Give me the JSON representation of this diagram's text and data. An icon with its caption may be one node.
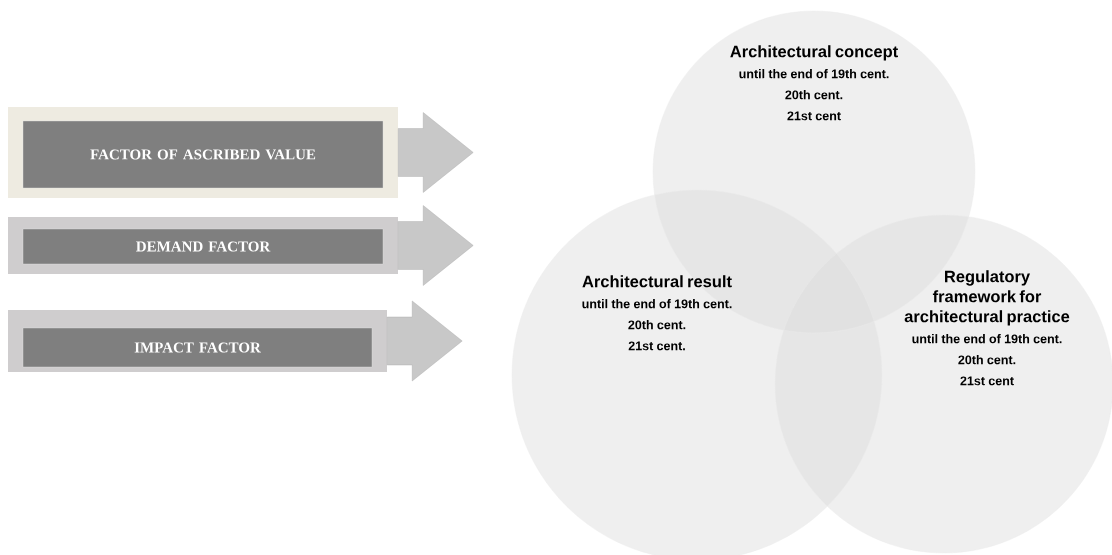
{
  "diagram": {
    "nodes": [
      {
        "text": [
          "FACTOR OF ASCRIBED VALUE"
        ]
      },
      {
        "text": [
          "DEMAND FACTOR"
        ]
      },
      {
        "text": [
          "IMPACT FACTOR"
        ]
      },
      {
        "text": [
          "Architectural concept",
          "until the end of 19th cent.",
          "20th cent.",
          "21st cent"
        ]
      },
      {
        "text": [
          "Architectural result",
          "until the end of 19th cent.",
          "20th cent.",
          "21st cent."
        ]
      },
      {
        "text": [
          "Regulatory framework for architectural practice",
          "until the end of 19th cent.",
          "20th cent.",
          "21st cent"
        ]
      }
    ],
    "edges": [
      {
        "from": 0,
        "to": null,
        "arrow": "to"
      },
      {
        "from": 1,
        "to": null,
        "arrow": "to"
      },
      {
        "from": 2,
        "to": null,
        "arrow": "to"
      }
    ]
  }
}
